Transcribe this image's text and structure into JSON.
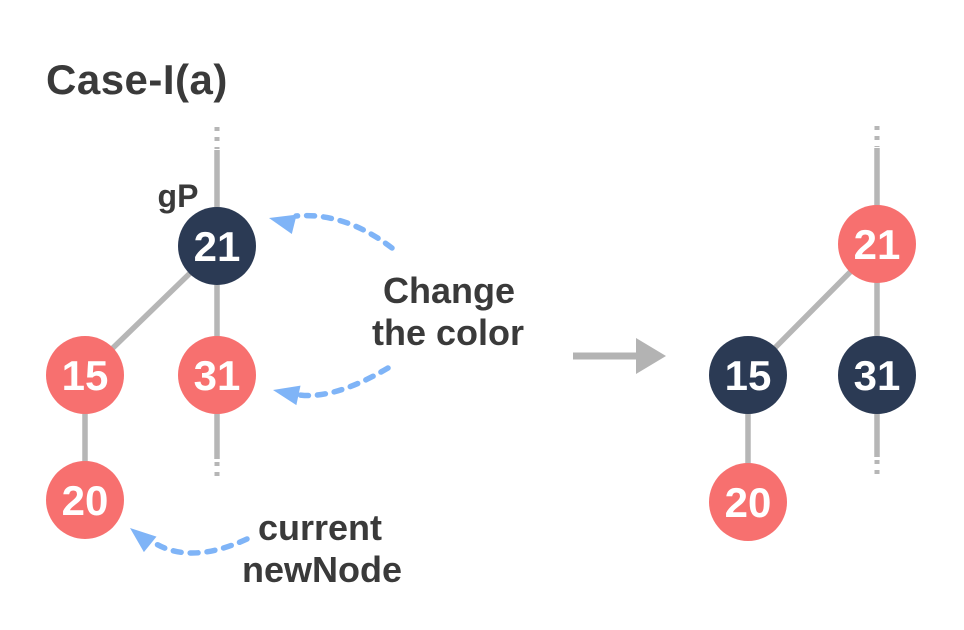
{
  "title": "Case-I(a)",
  "palette": {
    "navy": "#2b3a54",
    "red": "#f7706f",
    "blue": "#7fb4f7",
    "line_gray": "#b6b6b6",
    "arrow_gray": "#b3b3b3",
    "text_dark": "#3a3a3a",
    "node_text": "#ffffff"
  },
  "before_tree": {
    "gp_label": "gP",
    "nodes": {
      "gp": {
        "value": "21",
        "fill": "#2b3a54"
      },
      "left_child": {
        "value": "15",
        "fill": "#f7706f"
      },
      "right_child": {
        "value": "31",
        "fill": "#f7706f"
      },
      "new_node": {
        "value": "20",
        "fill": "#f7706f"
      }
    }
  },
  "after_tree": {
    "nodes": {
      "gp": {
        "value": "21",
        "fill": "#f7706f"
      },
      "left_child": {
        "value": "15",
        "fill": "#2b3a54"
      },
      "right_child": {
        "value": "31",
        "fill": "#2b3a54"
      },
      "new_node": {
        "value": "20",
        "fill": "#f7706f"
      }
    }
  },
  "annotations": {
    "change_color": {
      "line1": "Change",
      "line2": "the color"
    },
    "current_new_node": {
      "line1": "current",
      "line2": "newNode"
    }
  }
}
